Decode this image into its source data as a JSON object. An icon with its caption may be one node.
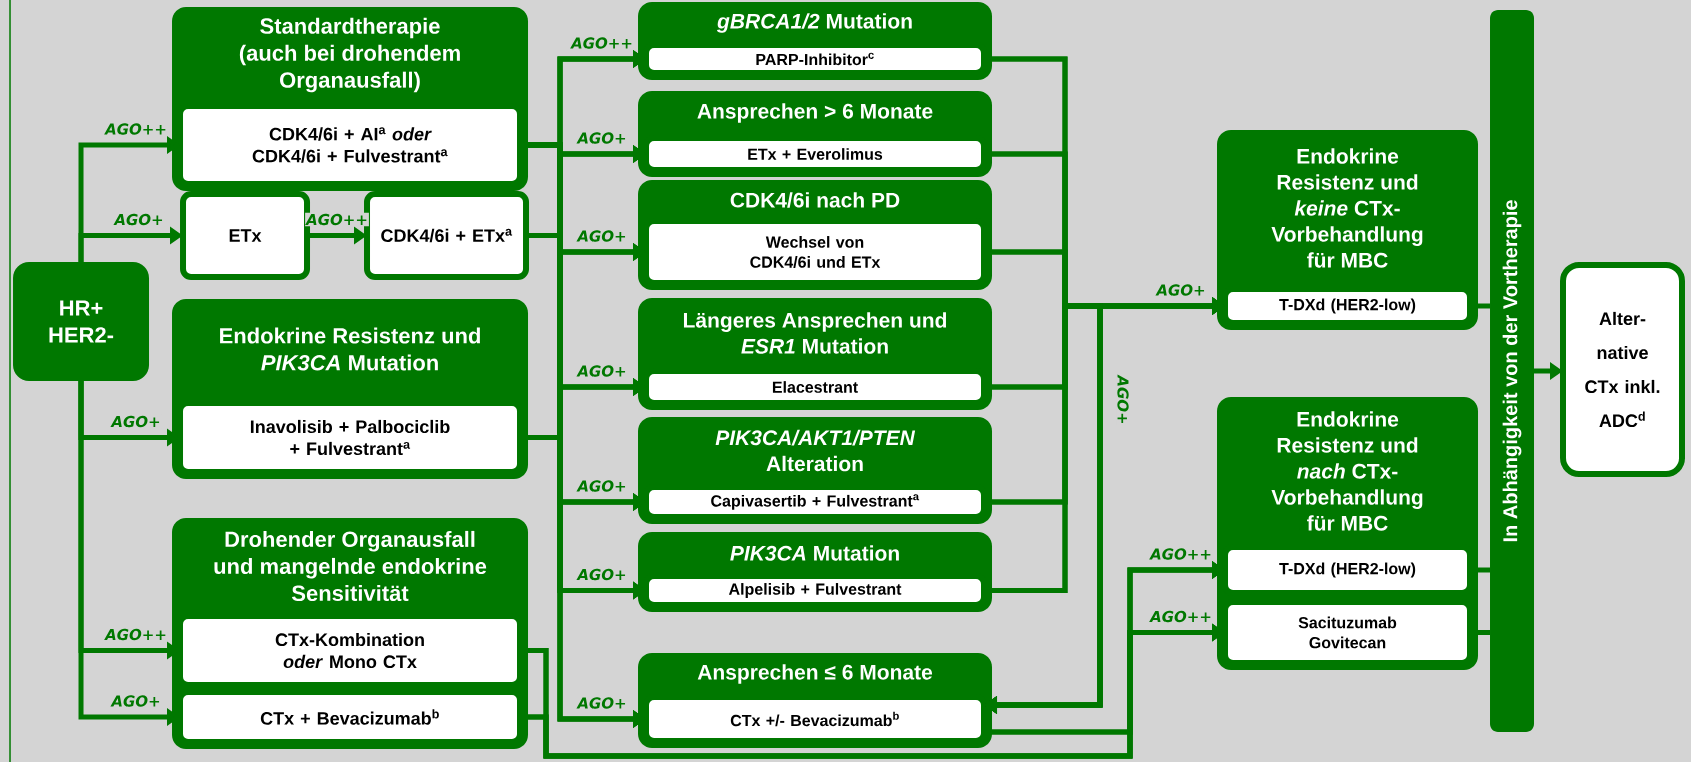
{
  "diagram": {
    "nodes": [
      {
        "text": [
          "HR+ HER2-"
        ]
      },
      {
        "text": [
          "Standardtherapie (auch bei drohendem Organausfall)"
        ]
      },
      {
        "text": [
          "CDK4/6i + AI$^{a}$ *oder* CDK4/6i + Fulvestrant$^{a}$"
        ],
        "in": 1
      },
      {
        "text": [
          "ETx"
        ]
      },
      {
        "text": [
          "CDK4/6i + ETx$^{a}$"
        ]
      },
      {
        "text": [
          "Endokrine Resistenz und *PIK3CA* Mutation"
        ]
      },
      {
        "text": [
          "Inavolisib + Palbociclib + Fulvestrant$^{a}$"
        ],
        "in": 5
      },
      {
        "text": [
          "Drohender Organausfall und mangelnde endokrine Sensitivität"
        ]
      },
      {
        "text": [
          "CTx-Kombination *oder* Mono CTx"
        ],
        "in": 7
      },
      {
        "text": [
          "CTx + Bevacizumab$^{b}$"
        ],
        "in": 7
      },
      {
        "text": [
          "*gBRCA1/2* Mutation"
        ]
      },
      {
        "text": [
          "PARP-Inhibitor$^{c}$"
        ],
        "in": 10
      },
      {
        "text": [
          "Ansprechen > 6 Monate"
        ]
      },
      {
        "text": [
          "ETx + Everolimus"
        ],
        "in": 12
      },
      {
        "text": [
          "CDK4/6i nach PD"
        ]
      },
      {
        "text": [
          "Wechsel von CDK4/6i und ETx"
        ],
        "in": 14
      },
      {
        "text": [
          "Längeres Ansprechen und *ESR1* Mutation"
        ]
      },
      {
        "text": [
          "Elacestrant"
        ],
        "in": 16
      },
      {
        "text": [
          "*PIK3CA/AKT1/PTEN* Alteration"
        ]
      },
      {
        "text": [
          "Capivasertib + Fulvestrant$^{a}$"
        ],
        "in": 18
      },
      {
        "text": [
          "*PIK3CA* Mutation"
        ]
      },
      {
        "text": [
          "Alpelisib + Fulvestrant"
        ],
        "in": 20
      },
      {
        "text": [
          "Ansprechen ≤ 6 Monate"
        ]
      },
      {
        "text": [
          "CTx +/- Bevacizumab$^{b}$"
        ],
        "in": 22
      },
      {
        "text": [
          "Endokrine Resistenz und *keine* CTx-Vorbehandlung für MBC"
        ]
      },
      {
        "text": [
          "T-DXd (HER2-low)"
        ],
        "in": 24
      },
      {
        "text": [
          "Endokrine Resistenz und *nach* CTx-Vorbehandlung für MBC"
        ]
      },
      {
        "text": [
          "T-DXd (HER2-low)"
        ],
        "in": 26
      },
      {
        "text": [
          "Sacituzumab Govitecan"
        ],
        "in": 26
      },
      {
        "text": [
          "In Abhängigkeit von der Vortherapie"
        ]
      },
      {
        "text": [
          "Alter-native CTx inkl. ADC$^{d}$"
        ]
      }
    ],
    "edges": [
      {
        "from": 0,
        "to": 2,
        "arrow": "to",
        "label": "AGO++"
      },
      {
        "from": 0,
        "to": 3,
        "arrow": "to",
        "label": "AGO+"
      },
      {
        "from": 0,
        "to": 6,
        "arrow": "to",
        "label": "AGO+"
      },
      {
        "from": 0,
        "to": 8,
        "arrow": "to",
        "label": "AGO++"
      },
      {
        "from": 0,
        "to": 9,
        "arrow": "to",
        "label": "AGO+"
      },
      {
        "from": 3,
        "to": 4,
        "arrow": "to",
        "label": "AGO++"
      },
      {
        "from": 2,
        "to": 11,
        "arrow": "to",
        "label": "AGO++"
      },
      {
        "from": 4,
        "to": 11,
        "arrow": "to"
      },
      {
        "from": 6,
        "to": 11,
        "arrow": "to"
      },
      {
        "from": 2,
        "to": 13,
        "arrow": "to",
        "label": "AGO+"
      },
      {
        "from": 4,
        "to": 13,
        "arrow": "to"
      },
      {
        "from": 6,
        "to": 13,
        "arrow": "to"
      },
      {
        "from": 2,
        "to": 15,
        "arrow": "to",
        "label": "AGO+"
      },
      {
        "from": 4,
        "to": 15,
        "arrow": "to"
      },
      {
        "from": 6,
        "to": 15,
        "arrow": "to"
      },
      {
        "from": 2,
        "to": 17,
        "arrow": "to",
        "label": "AGO+"
      },
      {
        "from": 4,
        "to": 17,
        "arrow": "to"
      },
      {
        "from": 6,
        "to": 17,
        "arrow": "to"
      },
      {
        "from": 2,
        "to": 19,
        "arrow": "to",
        "label": "AGO+"
      },
      {
        "from": 4,
        "to": 19,
        "arrow": "to"
      },
      {
        "from": 6,
        "to": 19,
        "arrow": "to"
      },
      {
        "from": 2,
        "to": 21,
        "arrow": "to",
        "label": "AGO+"
      },
      {
        "from": 4,
        "to": 21,
        "arrow": "to"
      },
      {
        "from": 6,
        "to": 21,
        "arrow": "to"
      },
      {
        "from": 2,
        "to": 23,
        "arrow": "to",
        "label": "AGO+"
      },
      {
        "from": 4,
        "to": 23,
        "arrow": "to"
      },
      {
        "from": 6,
        "to": 23,
        "arrow": "to"
      },
      {
        "from": 11,
        "to": 25,
        "arrow": "to",
        "label": "AGO+"
      },
      {
        "from": 13,
        "to": 25,
        "arrow": "to"
      },
      {
        "from": 15,
        "to": 25,
        "arrow": "to"
      },
      {
        "from": 17,
        "to": 25,
        "arrow": "to"
      },
      {
        "from": 19,
        "to": 25,
        "arrow": "to"
      },
      {
        "from": 21,
        "to": 25,
        "arrow": "to"
      },
      {
        "from": 11,
        "to": 23,
        "arrow": "to",
        "label": "AGO+"
      },
      {
        "from": 13,
        "to": 23,
        "arrow": "to"
      },
      {
        "from": 15,
        "to": 23,
        "arrow": "to"
      },
      {
        "from": 17,
        "to": 23,
        "arrow": "to"
      },
      {
        "from": 19,
        "to": 23,
        "arrow": "to"
      },
      {
        "from": 21,
        "to": 23,
        "arrow": "to"
      },
      {
        "from": 8,
        "to": 27,
        "arrow": "to",
        "label": "AGO++"
      },
      {
        "from": 8,
        "to": 28,
        "arrow": "to",
        "label": "AGO++"
      },
      {
        "from": 9,
        "to": 27,
        "arrow": "to"
      },
      {
        "from": 9,
        "to": 28,
        "arrow": "to"
      },
      {
        "from": 23,
        "to": 27,
        "arrow": "to"
      },
      {
        "from": 23,
        "to": 28,
        "arrow": "to"
      },
      {
        "from": 25,
        "to": 29,
        "arrow": "none"
      },
      {
        "from": 27,
        "to": 29,
        "arrow": "none"
      },
      {
        "from": 28,
        "to": 29,
        "arrow": "none"
      },
      {
        "from": 29,
        "to": 30,
        "arrow": "to"
      }
    ]
  }
}
